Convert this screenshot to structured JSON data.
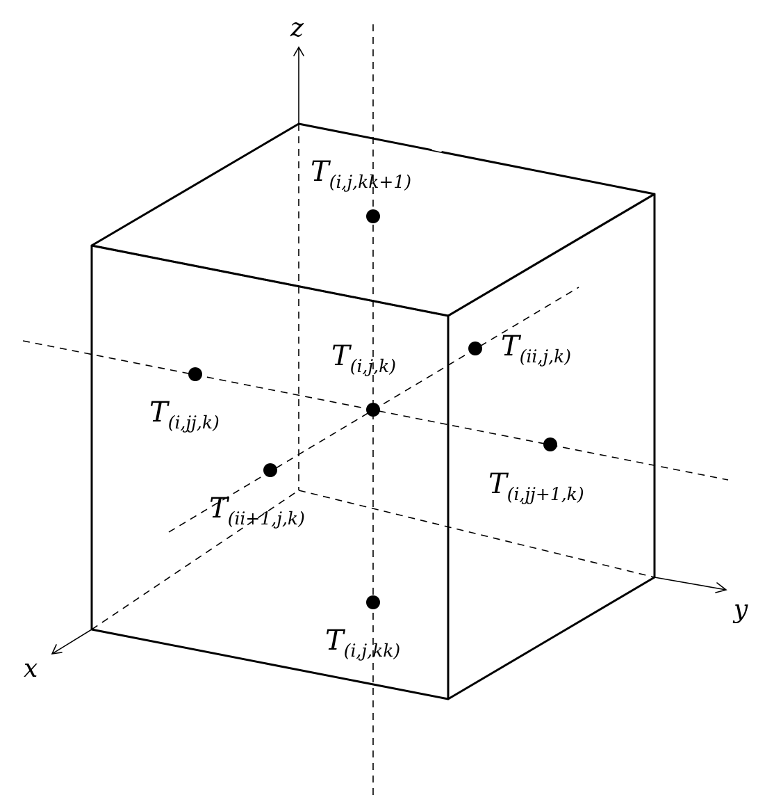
{
  "axes": {
    "x": "x",
    "y": "y",
    "z": "z"
  },
  "nodes": [
    {
      "id": "top",
      "main": "T",
      "sub": "(i,j,kk+1)"
    },
    {
      "id": "center",
      "main": "T",
      "sub": "(i,j,k)"
    },
    {
      "id": "back",
      "main": "T",
      "sub": "(ii,j,k)"
    },
    {
      "id": "left",
      "main": "T",
      "sub": "(i,jj,k)"
    },
    {
      "id": "right",
      "main": "T",
      "sub": "(i,jj+1,k)"
    },
    {
      "id": "front",
      "main": "T",
      "sub": "(ii+1,j,k)"
    },
    {
      "id": "bottom",
      "main": "T",
      "sub": "(i,j,kk)"
    }
  ]
}
